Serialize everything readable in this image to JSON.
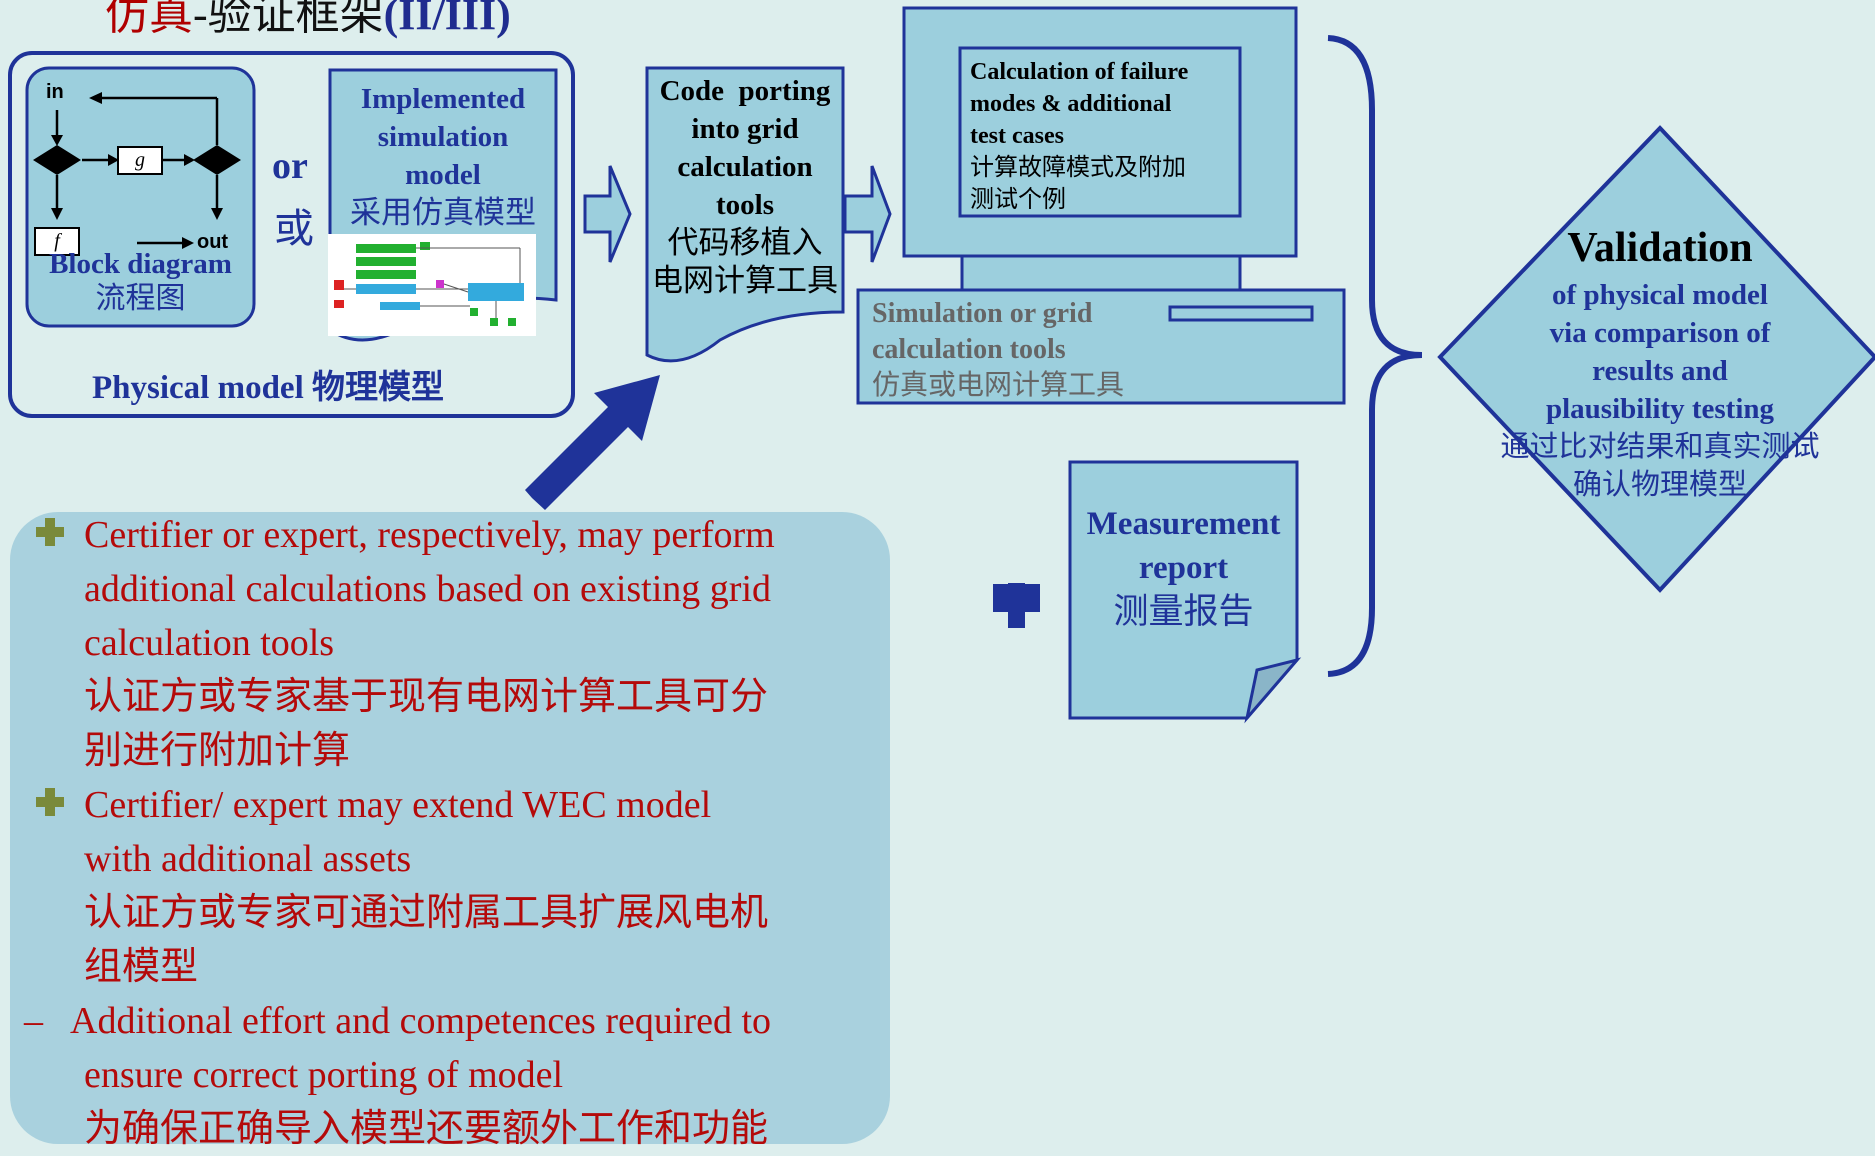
{
  "title": {
    "part1": "仿真",
    "part2": "-验证框架",
    "part3": "(II/III)"
  },
  "physical_model": {
    "label": "Physical model 物理模型",
    "block_diagram": {
      "in_label": "in",
      "g_label": "g",
      "f_label": "f",
      "out_label": "out",
      "caption_en": "Block diagram",
      "caption_cn": "流程图"
    },
    "or_en": "or",
    "or_cn": "或",
    "implemented": {
      "en1": "Implemented",
      "en2": "simulation",
      "en3": "model",
      "cn": "采用仿真模型"
    }
  },
  "code_porting": {
    "en1": "Code  porting",
    "en2": "into grid",
    "en3": "calculation",
    "en4": "tools",
    "cn1": "代码移植入",
    "cn2": "电网计算工具"
  },
  "computer": {
    "screen_en1": "Calculation of failure",
    "screen_en2": "modes & additional",
    "screen_en3": "test cases",
    "screen_cn1": "计算故障模式及附加",
    "screen_cn2": "测试个例",
    "base_en1": "Simulation or grid",
    "base_en2": "calculation tools",
    "base_cn": "仿真或电网计算工具"
  },
  "measurement": {
    "en1": "Measurement",
    "en2": "report",
    "cn": "测量报告"
  },
  "validation": {
    "title": "Validation",
    "l1": "of physical model",
    "l2": "via comparison of",
    "l3": "results and",
    "l4": "plausibility testing",
    "cn1": "通过比对结果和真实测试",
    "cn2": "确认物理模型"
  },
  "bullets": [
    {
      "en1": "Certifier or expert, respectively, may perform",
      "en2": "additional calculations based on existing grid",
      "en3": "calculation tools",
      "cn1": "认证方或专家基于现有电网计算工具可分",
      "cn2": "别进行附加计算"
    },
    {
      "en1": "Certifier/ expert may extend WEC model",
      "en2": "with additional assets",
      "cn1": "认证方或专家可通过附属工具扩展风电机",
      "cn2": "组模型"
    },
    {
      "dash": "–",
      "en1": "Additional effort and competences required to",
      "en2": "ensure correct porting of model",
      "cn1": "为确保正确导入模型还要额外工作和功能"
    }
  ],
  "colors": {
    "background": "#ddeeed",
    "box_fill": "#9ccfdd",
    "navy": "#1f3399",
    "red_text": "#b40a0a",
    "plus_green": "#7a8a3a"
  }
}
